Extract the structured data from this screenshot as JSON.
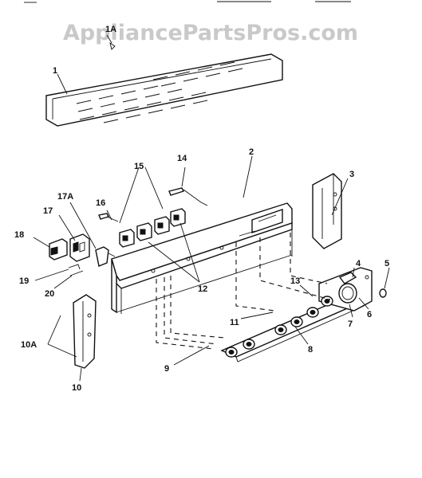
{
  "watermark": "AppliancePartsPros.com",
  "callouts": {
    "c1": "1",
    "c2": "2",
    "c3": "3",
    "c4": "4",
    "c5": "5",
    "c6": "6",
    "c7": "7",
    "c8": "8",
    "c9": "9",
    "c10": "10",
    "c10a": "10A",
    "c11": "11",
    "c12": "12",
    "c13": "13",
    "c14": "14",
    "c15": "15",
    "c16": "16",
    "c17": "17",
    "c17a": "17A",
    "c18": "18",
    "c19": "19",
    "c20": "20",
    "c1a": "1A"
  }
}
